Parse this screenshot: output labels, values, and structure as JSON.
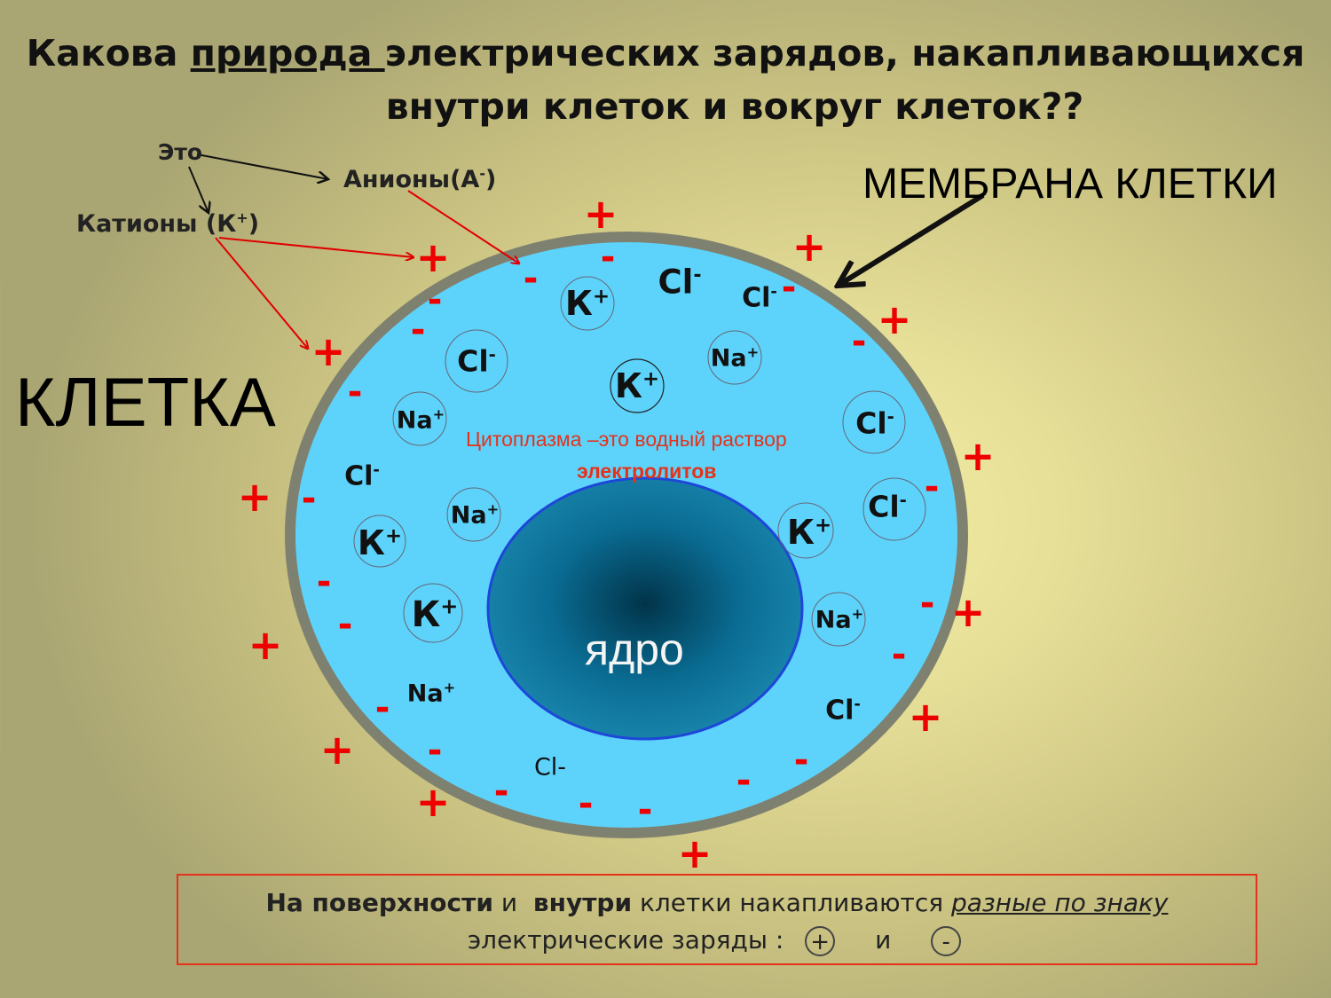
{
  "title": {
    "line1_before": "Какова ",
    "line1_underlined": "природа ",
    "line1_after": " электрических зарядов, накапливающихся",
    "line2": "внутри  клеток  и вокруг клеток??"
  },
  "labels": {
    "eto": "Это",
    "anions_text": "Анионы(А",
    "anions_sup": "-",
    "anions_close": ")",
    "cations_text": "Катионы (К",
    "cations_sup": "+",
    "cations_close": ")",
    "membrane": "МЕМБРАНА КЛЕТКИ",
    "cell": "КЛЕТКА",
    "cytoplasm_line1": "Цитоплазма –это водный раствор",
    "cytoplasm_line2": "электролитов",
    "nucleus": "ядро"
  },
  "ions": [
    {
      "base": "К",
      "sup": "+",
      "circled": true
    },
    {
      "base": "К",
      "sup": "+",
      "circled": true
    },
    {
      "base": "К",
      "sup": "+",
      "circled": true
    },
    {
      "base": "К",
      "sup": "+",
      "circled": true
    },
    {
      "base": "К",
      "sup": "+",
      "circled": true
    },
    {
      "base": "Na",
      "sup": "+",
      "circled": true
    },
    {
      "base": "Na",
      "sup": "+",
      "circled": true
    },
    {
      "base": "Na",
      "sup": "+",
      "circled": true
    },
    {
      "base": "Na",
      "sup": "+",
      "circled": true
    },
    {
      "base": "Na",
      "sup": "+",
      "circled": false
    },
    {
      "base": "Cl",
      "sup": "-",
      "circled": false
    },
    {
      "base": "Cl",
      "sup": "-",
      "circled": false
    },
    {
      "base": "Cl",
      "sup": "-",
      "circled": true
    },
    {
      "base": "Cl",
      "sup": "-",
      "circled": true
    },
    {
      "base": "Cl",
      "sup": "-",
      "circled": true
    },
    {
      "base": "Cl",
      "sup": "-",
      "circled": false
    },
    {
      "base": "Cl",
      "sup": "-",
      "circled": false
    },
    {
      "base": "Cl-",
      "sup": "",
      "circled": false
    }
  ],
  "signs": {
    "plus": "+",
    "minus": "-"
  },
  "note": {
    "bold1": "На поверхности",
    "text1": " и  ",
    "bold2": "внутри",
    "text2": " клетки накапливаются ",
    "italic": "разные по знаку",
    "line2_text": "электрические заряды : ",
    "plus_symbol": "+",
    "and": "и",
    "minus_symbol": "-"
  },
  "colors": {
    "cytoplasm": "#5dd3fb",
    "membrane": "#7f8170",
    "nucleus": "#0d6f95",
    "charges": "#e00000",
    "arrows": "#e00000"
  }
}
